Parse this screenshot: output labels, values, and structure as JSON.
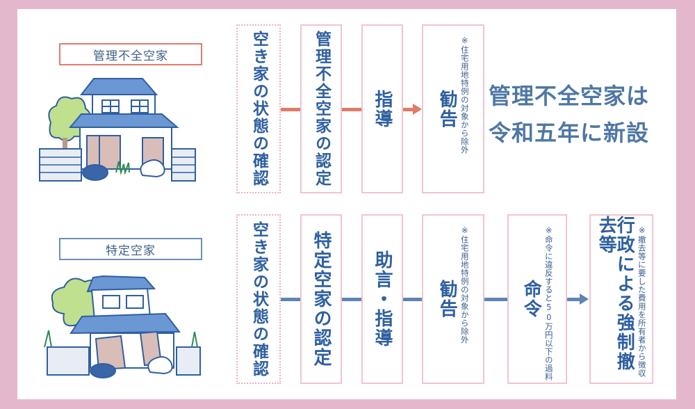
{
  "colors": {
    "frame": "#e4b7cc",
    "panel": "#ffffff",
    "accent_red": "#e07a66",
    "accent_blue": "#5d84b3",
    "box_border": "#f1c4d2",
    "text_blue": "#2e5fa0",
    "headline": "#4e77a3"
  },
  "top_row": {
    "category_label": "管理不全空家",
    "illustration": "house-icon",
    "steps": [
      {
        "title": "空き家の状態の確認",
        "note": null,
        "style": "dotted"
      },
      {
        "title": "管理不全空家の認定",
        "note": null,
        "style": "solid"
      },
      {
        "title": "指導",
        "note": null,
        "style": "solid"
      },
      {
        "title": "勧告",
        "note": "※住宅用地特例の対象から除外",
        "style": "solid"
      }
    ],
    "connectors": [
      "line",
      "line",
      "arrow"
    ]
  },
  "headline": {
    "line1": "管理不全空家は",
    "line2": "令和五年に新設"
  },
  "bottom_row": {
    "category_label": "特定空家",
    "illustration": "damaged-house-icon",
    "steps": [
      {
        "title": "空き家の状態の確認",
        "note": null,
        "style": "dotted"
      },
      {
        "title": "特定空家の認定",
        "note": null,
        "style": "solid"
      },
      {
        "title": "助言・指導",
        "note": null,
        "style": "solid"
      },
      {
        "title": "勧告",
        "note": "※住宅用地特例の対象から除外",
        "style": "solid"
      },
      {
        "title": "命令",
        "note": "※命令に違反すると50万円以下の過料",
        "style": "solid"
      },
      {
        "title": "行政による強制撤去等",
        "note": "※撤去等に要した費用を所有者から徴収",
        "style": "solid"
      }
    ],
    "connectors": [
      "line",
      "line",
      "line",
      "line",
      "arrow"
    ]
  }
}
